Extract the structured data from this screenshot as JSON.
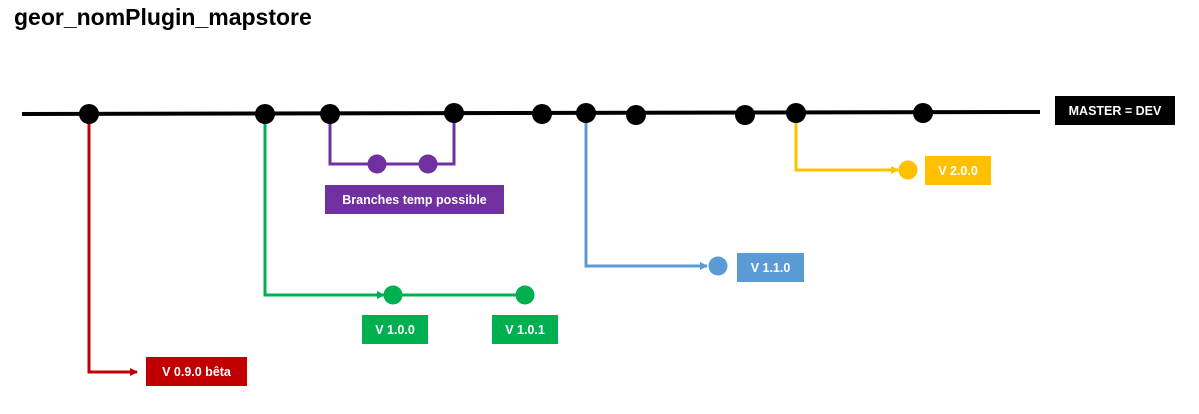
{
  "title": "geor_nomPlugin_mapstore",
  "colors": {
    "master": "#000000",
    "red": "#C00000",
    "green": "#00B050",
    "purple": "#7030A0",
    "blue": "#5B9BD5",
    "yellow": "#FFC000"
  },
  "labels": {
    "master": "MASTER = DEV",
    "v090": "V 0.9.0 bêta",
    "v100": "V 1.0.0",
    "v101": "V 1.0.1",
    "temp": "Branches temp possible",
    "v110": "V 1.1.0",
    "v200": "V 2.0.0"
  }
}
